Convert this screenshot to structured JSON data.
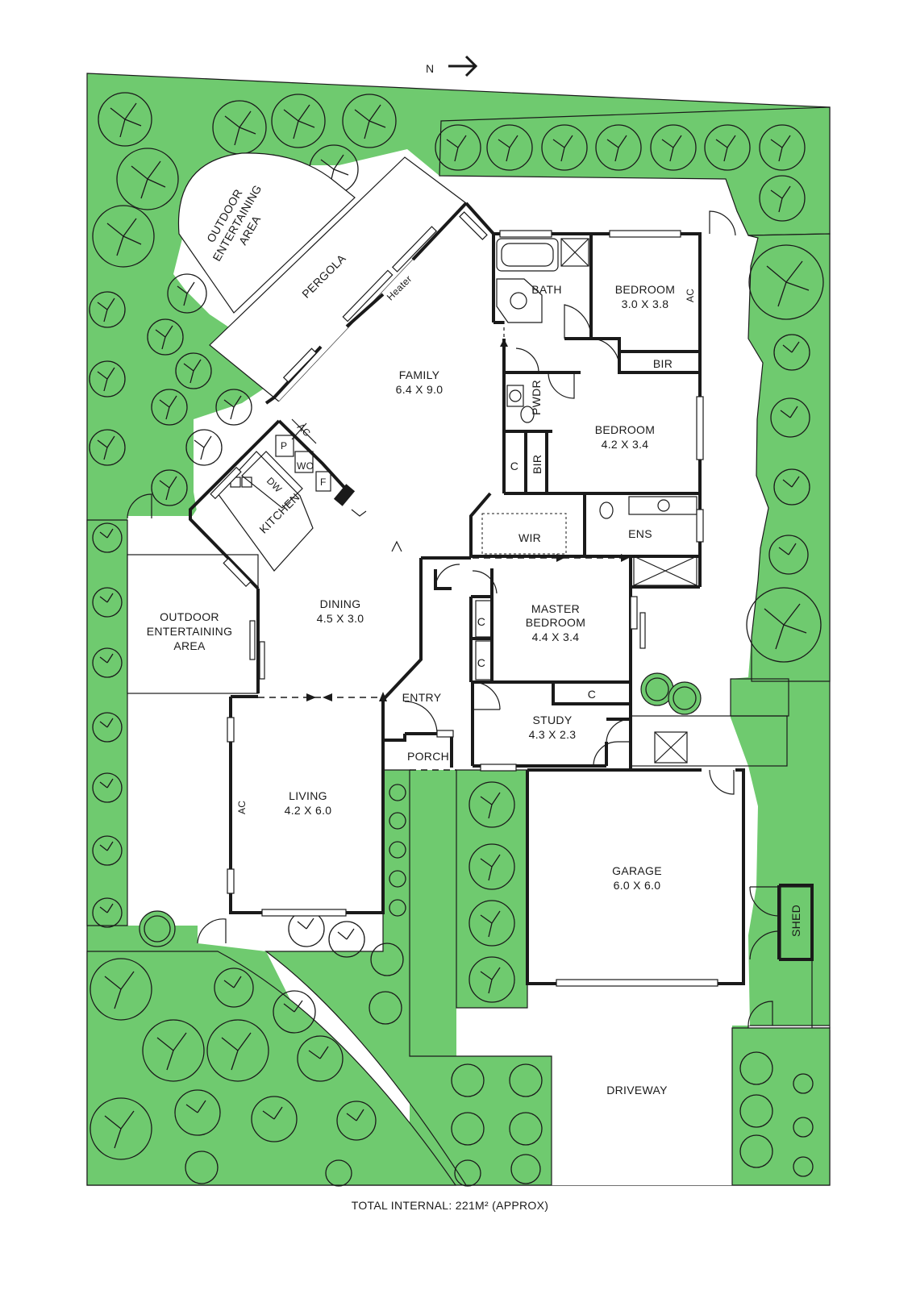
{
  "compass": {
    "label": "N"
  },
  "rooms": {
    "family": {
      "name": "FAMILY",
      "dims": "6.4 X 9.0"
    },
    "bath": {
      "name": "BATH"
    },
    "bedroom1": {
      "name": "BEDROOM",
      "dims": "3.0 X 3.8"
    },
    "bedroom2": {
      "name": "BEDROOM",
      "dims": "4.2 X 3.4"
    },
    "bir1": {
      "name": "BIR"
    },
    "bir2": {
      "name": "BIR"
    },
    "pwdr": {
      "name": "PWDR"
    },
    "c1": {
      "name": "C"
    },
    "c2": {
      "name": "C"
    },
    "c3": {
      "name": "C"
    },
    "c4": {
      "name": "C"
    },
    "wir": {
      "name": "WIR"
    },
    "ens": {
      "name": "ENS"
    },
    "master": {
      "name1": "MASTER",
      "name2": "BEDROOM",
      "dims": "4.4 X 3.4"
    },
    "kitchen": {
      "name": "KITCHEN"
    },
    "dining": {
      "name": "DINING",
      "dims": "4.5 X 3.0"
    },
    "entry": {
      "name": "ENTRY"
    },
    "porch": {
      "name": "PORCH"
    },
    "study": {
      "name": "STUDY",
      "dims": "4.3 X 2.3"
    },
    "living": {
      "name": "LIVING",
      "dims": "4.2 X 6.0"
    },
    "garage": {
      "name": "GARAGE",
      "dims": "6.0 X 6.0"
    },
    "shed": {
      "name": "SHED"
    },
    "driveway": {
      "name": "DRIVEWAY"
    },
    "pergola": {
      "name": "PERGOLA"
    },
    "outdoor_top": {
      "line1": "OUTDOOR",
      "line2": "ENTERTAINING",
      "line3": "AREA"
    },
    "outdoor_left": {
      "line1": "OUTDOOR",
      "line2": "ENTERTAINING",
      "line3": "AREA"
    }
  },
  "fixtures": {
    "heater": "Heater",
    "ac_family": "AC",
    "ac_bedroom": "AC",
    "ac_living": "AC",
    "pantry": "P",
    "wo": "WO",
    "dw": "DW",
    "fridge": "F"
  },
  "footer": {
    "total": "TOTAL INTERNAL:  221M² (APPROX)"
  },
  "colors": {
    "lawn": "#6fca6f",
    "wall": "#1a1a1a",
    "background": "#ffffff"
  }
}
